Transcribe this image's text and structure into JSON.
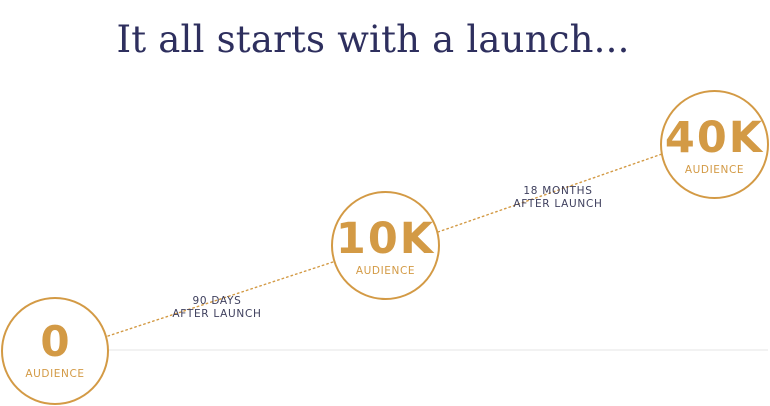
{
  "headline": "It all starts with a launch...",
  "colors": {
    "headline": "#2e2f5e",
    "accent": "#d39a45",
    "milestone_text": "#3f405e",
    "baseline": "#e6e6e6"
  },
  "stages": [
    {
      "value": "0",
      "label": "AUDIENCE"
    },
    {
      "value": "10K",
      "label": "AUDIENCE"
    },
    {
      "value": "40K",
      "label": "AUDIENCE"
    }
  ],
  "milestones": [
    {
      "line1": "90 DAYS",
      "line2": "AFTER LAUNCH"
    },
    {
      "line1": "18 MONTHS",
      "line2": "AFTER LAUNCH"
    }
  ]
}
